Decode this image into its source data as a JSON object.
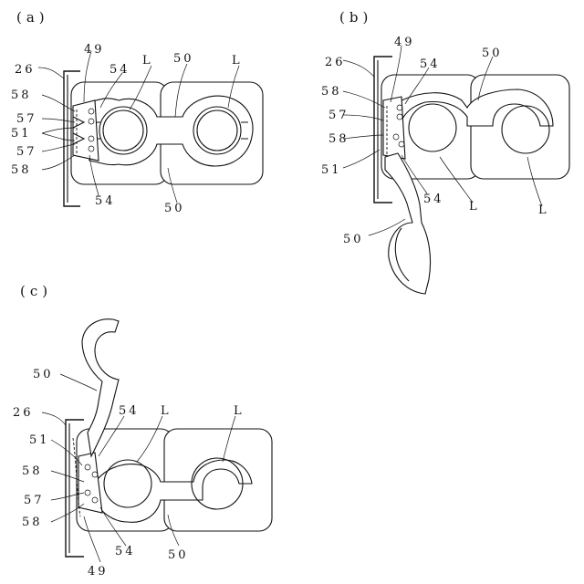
{
  "panels": {
    "a": {
      "id": "(a)",
      "labels": {
        "l26": "26",
        "l49": "49",
        "l54top": "54",
        "lL1": "L",
        "l50top": "50",
        "lL2": "L",
        "l58top": "58",
        "l57top": "57",
        "l51": "51",
        "l57bot": "57",
        "l58bot": "58",
        "l54bot": "54",
        "l50bot": "50"
      }
    },
    "b": {
      "id": "(b)",
      "labels": {
        "l26": "26",
        "l49": "49",
        "l54top": "54",
        "l50top": "50",
        "l58top": "58",
        "l57": "57",
        "l58mid": "58",
        "l51": "51",
        "l54bot": "54",
        "lL1": "L",
        "lL2": "L",
        "l50bot": "50"
      }
    },
    "c": {
      "id": "(c)",
      "labels": {
        "l50top": "50",
        "l26": "26",
        "l54": "54",
        "lL1": "L",
        "lL2": "L",
        "l51": "51",
        "l58top": "58",
        "l57": "57",
        "l58bot": "58",
        "l54bot": "54",
        "l50bot": "50",
        "l49": "49"
      }
    }
  }
}
